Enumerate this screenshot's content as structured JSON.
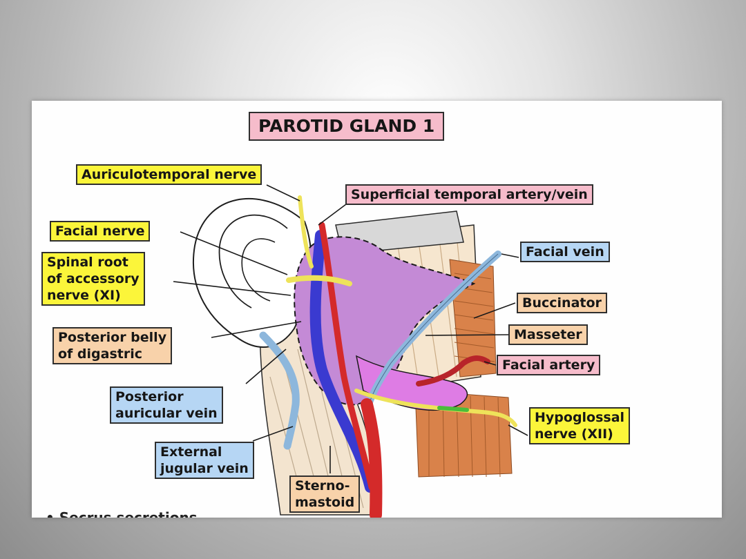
{
  "diagram": {
    "title": "PAROTID GLAND 1",
    "labels": {
      "auriculotemporal": "Auriculotemporal nerve",
      "superficial_temporal": "Superficial temporal artery/vein",
      "facial_nerve": "Facial nerve",
      "spinal_root": "Spinal root\nof accessory\nnerve (XI)",
      "posterior_belly": "Posterior belly\nof digastric",
      "posterior_auricular": "Posterior\nauricular vein",
      "external_jugular": "External\njugular vein",
      "sternomastoid": "Sterno-\nmastoid",
      "facial_vein": "Facial vein",
      "buccinator": "Buccinator",
      "masseter": "Masseter",
      "facial_artery": "Facial artery",
      "hypoglossal": "Hypoglossal\nnerve (XII)"
    },
    "footnote": "• Secrus secretions"
  },
  "colors": {
    "nerve_label": "#fbf53a",
    "artery_label": "#f6bccb",
    "vein_label": "#b6d6f4",
    "muscle_label": "#f8d2aa",
    "gland": "#c48ad6",
    "vein": "#3a3ad0",
    "artery": "#d42a2a",
    "nerve": "#eee35a"
  }
}
